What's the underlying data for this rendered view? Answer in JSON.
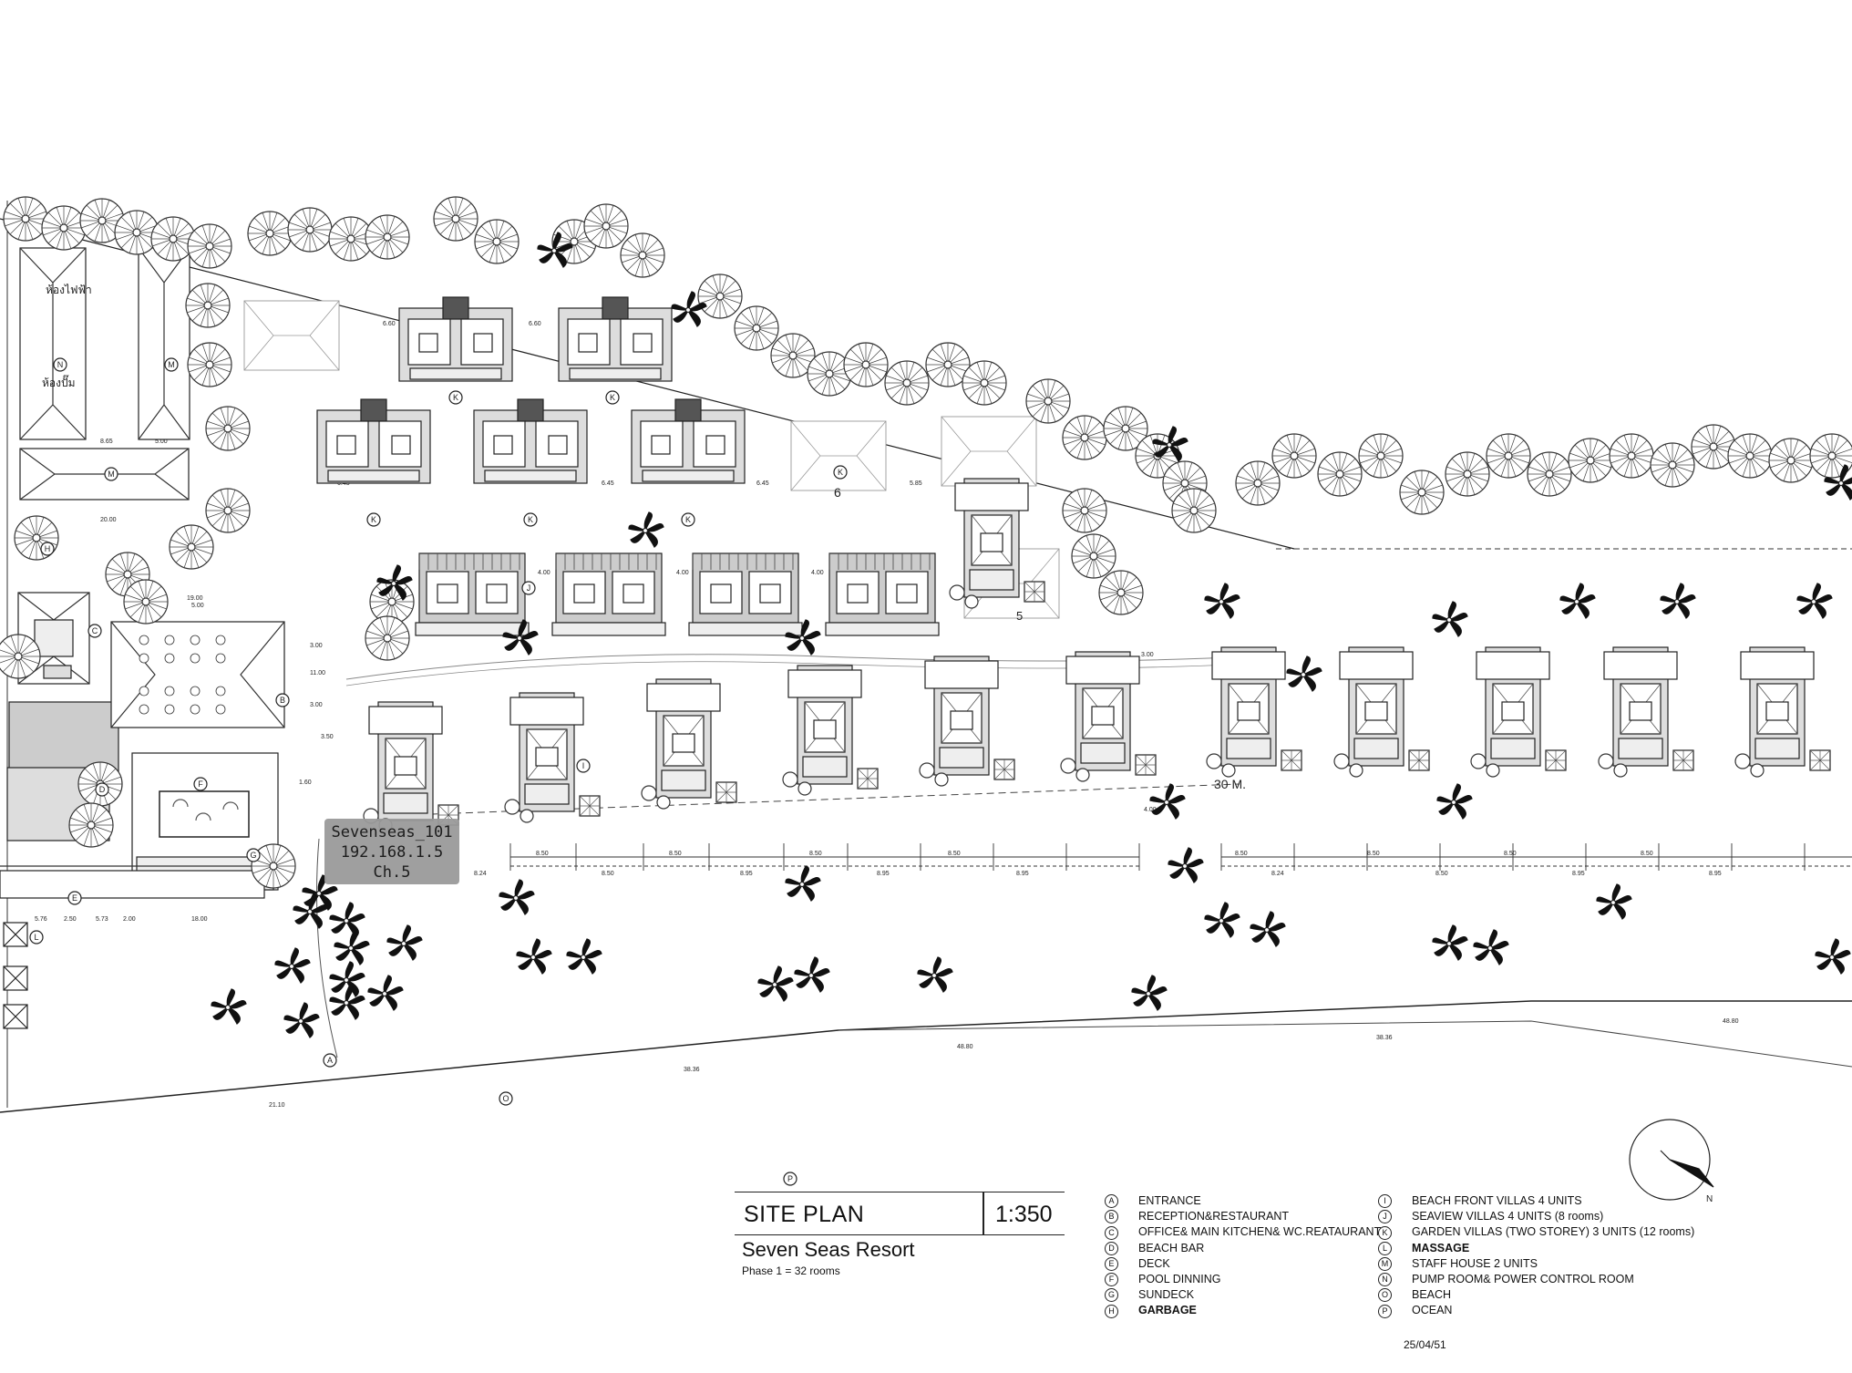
{
  "title_block": {
    "title": "SITE PLAN",
    "scale": "1:350"
  },
  "project": {
    "name": "Seven Seas Resort",
    "phase": "Phase 1 = 32 rooms"
  },
  "camera_tag": {
    "name": "Sevenseas_101",
    "ip": "192.168.1.5",
    "channel": "Ch.5"
  },
  "legend_left": [
    {
      "key": "A",
      "label": "ENTRANCE",
      "bold": false
    },
    {
      "key": "B",
      "label": "RECEPTION&RESTAURANT",
      "bold": false
    },
    {
      "key": "C",
      "label": "OFFICE& MAIN KITCHEN& WC.REATAURANT",
      "bold": false
    },
    {
      "key": "D",
      "label": "BEACH BAR",
      "bold": false
    },
    {
      "key": "E",
      "label": "DECK",
      "bold": false
    },
    {
      "key": "F",
      "label": "POOL DINNING",
      "bold": false
    },
    {
      "key": "G",
      "label": "SUNDECK",
      "bold": false
    },
    {
      "key": "H",
      "label": "GARBAGE",
      "bold": true
    }
  ],
  "legend_right": [
    {
      "key": "I",
      "label": "BEACH FRONT VILLAS 4 UNITS",
      "bold": false
    },
    {
      "key": "J",
      "label": "SEAVIEW VILLAS 4 UNITS  (8 rooms)",
      "bold": false
    },
    {
      "key": "K",
      "label": "GARDEN VILLAS (TWO STOREY) 3 UNITS (12 rooms)",
      "bold": false
    },
    {
      "key": "L",
      "label": "MASSAGE",
      "bold": true
    },
    {
      "key": "M",
      "label": "STAFF HOUSE 2 UNITS",
      "bold": false
    },
    {
      "key": "N",
      "label": "PUMP ROOM& POWER CONTROL ROOM",
      "bold": false
    },
    {
      "key": "O",
      "label": "BEACH",
      "bold": false
    },
    {
      "key": "P",
      "label": "OCEAN",
      "bold": false
    }
  ],
  "date": "25/04/51",
  "plan_labels": {
    "thai_top": "ห้องไฟฟ้า",
    "thai_bottom": "ห้องปั๊ม",
    "distance_30m": "30 M.",
    "zone_6": "6",
    "zone_5": "5",
    "north": "N"
  },
  "dimensions": {
    "garden_gap_a": "6.60",
    "garden_gap_b": "6.45",
    "garden_gap_c": "5.85",
    "seaview_gap": "4.00",
    "front_spacing_a": "8.50",
    "front_spacing_b": "8.95",
    "front_first": "8.24",
    "beach_a": "38.36",
    "beach_b": "48.80",
    "beach_c": "21.10",
    "staff_a": "8.65",
    "staff_b": "5.00",
    "staff_c": "20.00",
    "rest_a": "19.00",
    "rest_b": "5.00",
    "rest_c": "3.00",
    "rest_d": "11.00",
    "rest_e": "3.50",
    "pool_a": "5.76",
    "pool_b": "2.50",
    "pool_c": "5.73",
    "pool_d": "2.00",
    "pool_e": "18.00",
    "misc_a": "1.60",
    "misc_b": "4.00",
    "misc_c": "3.00"
  }
}
